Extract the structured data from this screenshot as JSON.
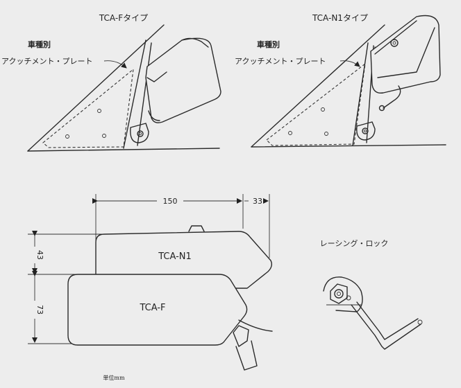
{
  "top_left": {
    "type_title": "TCA-Fタイプ",
    "label_line1": "車種別",
    "label_line2": "アクッチメント・プレート"
  },
  "top_right": {
    "type_title": "TCA-N1タイプ",
    "label_line1": "車種別",
    "label_line2": "アクッチメント・プレート"
  },
  "dimensions": {
    "width_main": "150",
    "width_extra": "33",
    "height_upper": "43",
    "height_lower": "73",
    "upper_box_label": "TCA-N1",
    "lower_box_label": "TCA-F",
    "unit_note": "単位mm"
  },
  "racing_lock": {
    "title": "レーシング・ロック"
  }
}
